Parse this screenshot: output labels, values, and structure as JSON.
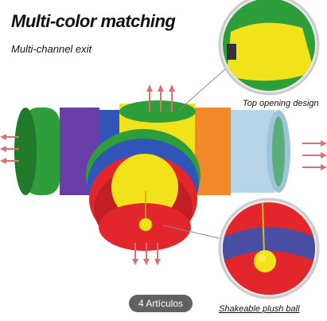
{
  "title": "Multi-color matching",
  "subtitle": "Multi-channel exit",
  "callouts": {
    "top": "Top opening design",
    "ball": "Shakeable plush ball"
  },
  "badge": "4 Artículos",
  "colors": {
    "green": "#2e9e3a",
    "purple": "#6a3ea8",
    "yellow": "#f2e21a",
    "orange": "#f28a2a",
    "lightblue": "#b7d5e8",
    "red": "#e3262c",
    "blue": "#2f56b8",
    "arrow": "#e07070"
  }
}
